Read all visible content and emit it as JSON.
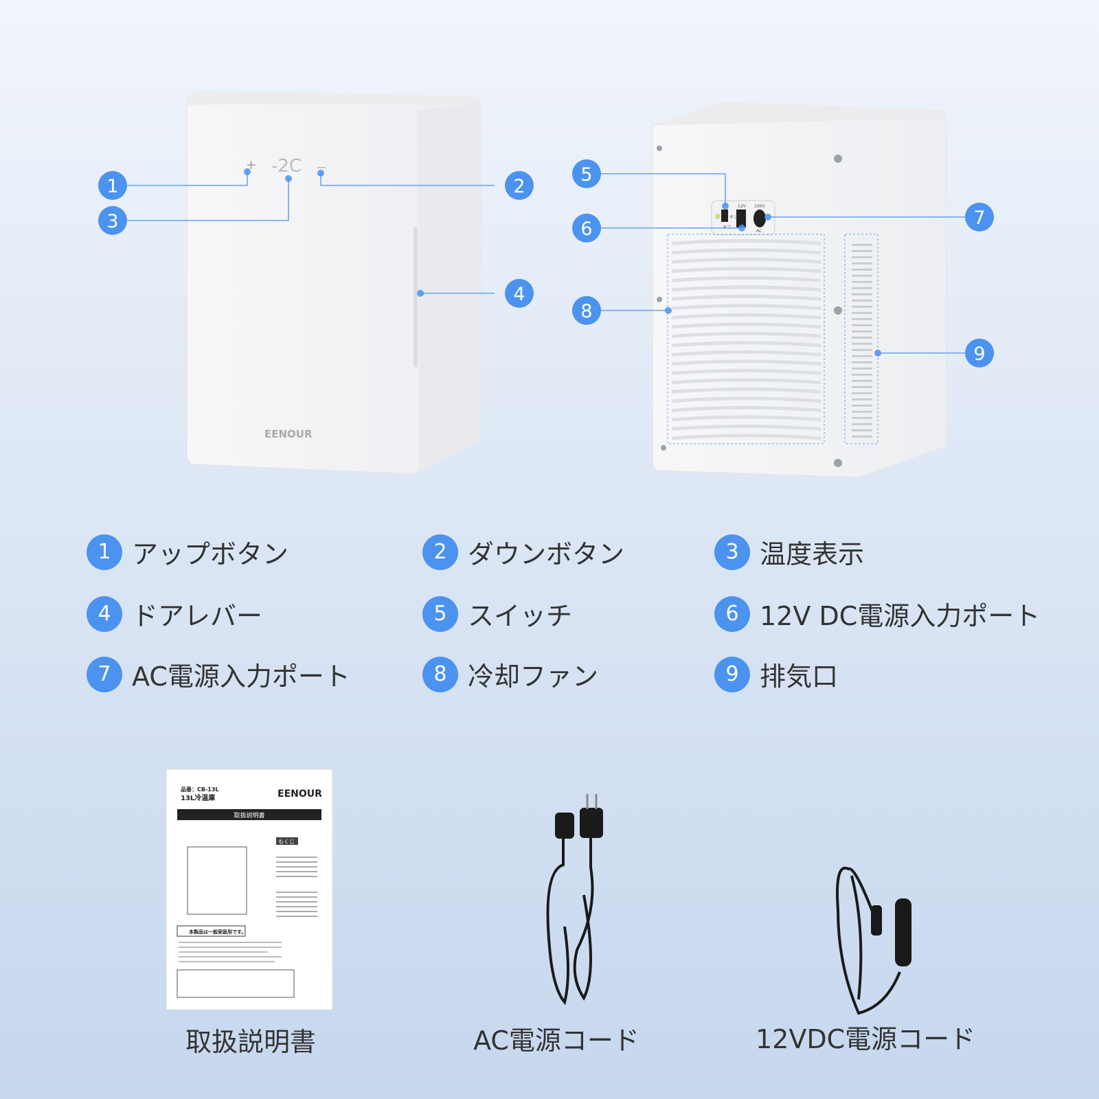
{
  "brand": "EENOUR",
  "front": {
    "display": "-2C",
    "plus": "+",
    "minus": "—"
  },
  "back": {
    "switch_on": "オン",
    "switch_off": "オフ",
    "port_12v": "12V",
    "port_100v": "100V",
    "port_ac": "AC"
  },
  "accent_color": "#4b93ee",
  "callouts": [
    "1",
    "2",
    "3",
    "4",
    "5",
    "6",
    "7",
    "8",
    "9"
  ],
  "legend": [
    {
      "num": "1",
      "label": "アップボタン"
    },
    {
      "num": "2",
      "label": "ダウンボタン"
    },
    {
      "num": "3",
      "label": "温度表示"
    },
    {
      "num": "4",
      "label": "ドアレバー"
    },
    {
      "num": "5",
      "label": "スイッチ"
    },
    {
      "num": "6",
      "label": "12V DC電源入力ポート"
    },
    {
      "num": "7",
      "label": "AC電源入力ポート"
    },
    {
      "num": "8",
      "label": "冷却ファン"
    },
    {
      "num": "9",
      "label": "排気口"
    }
  ],
  "manual": {
    "model": "品番：CB-13L",
    "product": "13L冷温庫",
    "brand": "EENOUR",
    "title": "取扱説明書",
    "toc": "もくじ",
    "warning": "本製品は一般家庭用です。"
  },
  "accessories": [
    {
      "label": "取扱説明書"
    },
    {
      "label": "AC電源コード"
    },
    {
      "label": "12VDC電源コード"
    }
  ]
}
